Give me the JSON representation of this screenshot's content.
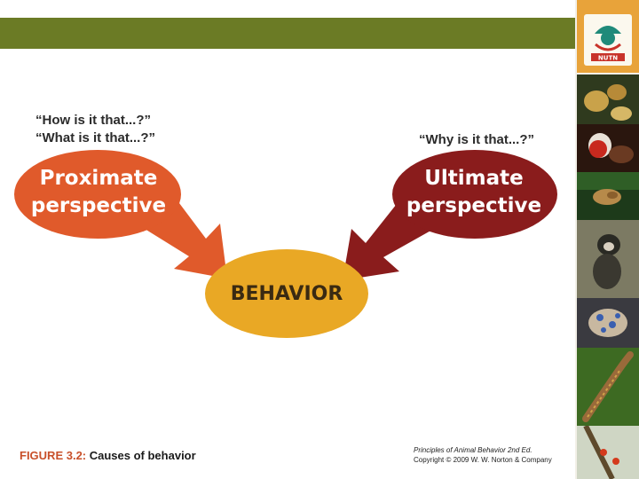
{
  "slide": {
    "questions": {
      "proximate_line1": "“How is it that...?”",
      "proximate_line2": "“What is it that...?”",
      "ultimate": "“Why is it that...?”"
    },
    "proximate": {
      "line1": "Proximate",
      "line2": "perspective"
    },
    "ultimate": {
      "line1": "Ultimate",
      "line2": "perspective"
    },
    "behavior": "BEHAVIOR",
    "caption": {
      "figure": "FIGURE 3.2:",
      "title": "Causes of behavior"
    },
    "credit": {
      "book": "Principles of Animal Behavior 2nd Ed.",
      "copyright": "Copyright © 2009 W. W. Norton & Company"
    },
    "logo_text": "NUTN"
  },
  "colors": {
    "green_bar": "#6b7b25",
    "proximate": "#e05a2b",
    "ultimate": "#8a1c1c",
    "behavior": "#e9a825",
    "logo_bg": "#e8a33a"
  },
  "sidebar_thumbnails": [
    "orchid-photo",
    "red-bird-photo",
    "frog-photo",
    "monkey-photo",
    "octopus-photo",
    "lizard-photo",
    "insect-on-branch-photo"
  ]
}
